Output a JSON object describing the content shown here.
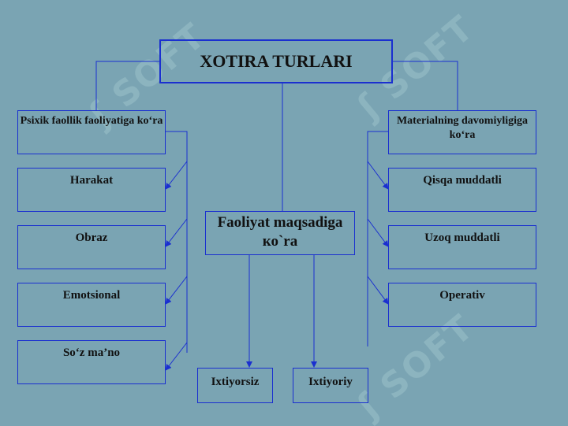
{
  "title": "XOTIRA TURLARI",
  "left_group": {
    "header": "Psixik faollik faoliyatiga ko‘ra",
    "items": [
      "Harakat",
      "Obraz",
      "Emotsional",
      "So‘z ma’no"
    ]
  },
  "right_group": {
    "header": "Materialning davomiyligiga ko‘ra",
    "items": [
      "Qisqa muddatli",
      "Uzoq muddatli",
      "Operativ"
    ]
  },
  "center_group": {
    "header": "Faoliyat maqsadiga ко`ra",
    "items": [
      "Ixtiyorsiz",
      "Ixtiyoriy"
    ]
  },
  "colors": {
    "background": "#7aa4b3",
    "line": "#1a2fd0",
    "text": "#111111"
  }
}
